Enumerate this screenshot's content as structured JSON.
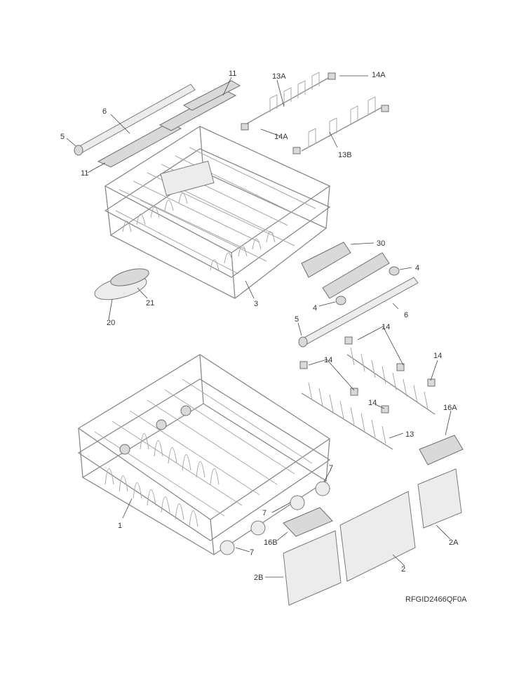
{
  "diagram": {
    "callouts": {
      "c11a": "11",
      "c6a": "6",
      "c5a": "5",
      "c11b": "11",
      "c13A": "13A",
      "c14Aa": "14A",
      "c14Ab": "14A",
      "c13B": "13B",
      "c30": "30",
      "c4a": "4",
      "c4b": "4",
      "c6b": "6",
      "c5b": "5",
      "c3": "3",
      "c20": "20",
      "c21": "21",
      "c14a": "14",
      "c14b": "14",
      "c14c": "14",
      "c14d": "14",
      "c13": "13",
      "c16A": "16A",
      "c7a": "7",
      "c7b": "7",
      "c7c": "7",
      "c1": "1",
      "c16B": "16B",
      "c2": "2",
      "c2A": "2A",
      "c2B": "2B"
    },
    "drawing_code": "RFGID2466QF0A"
  }
}
